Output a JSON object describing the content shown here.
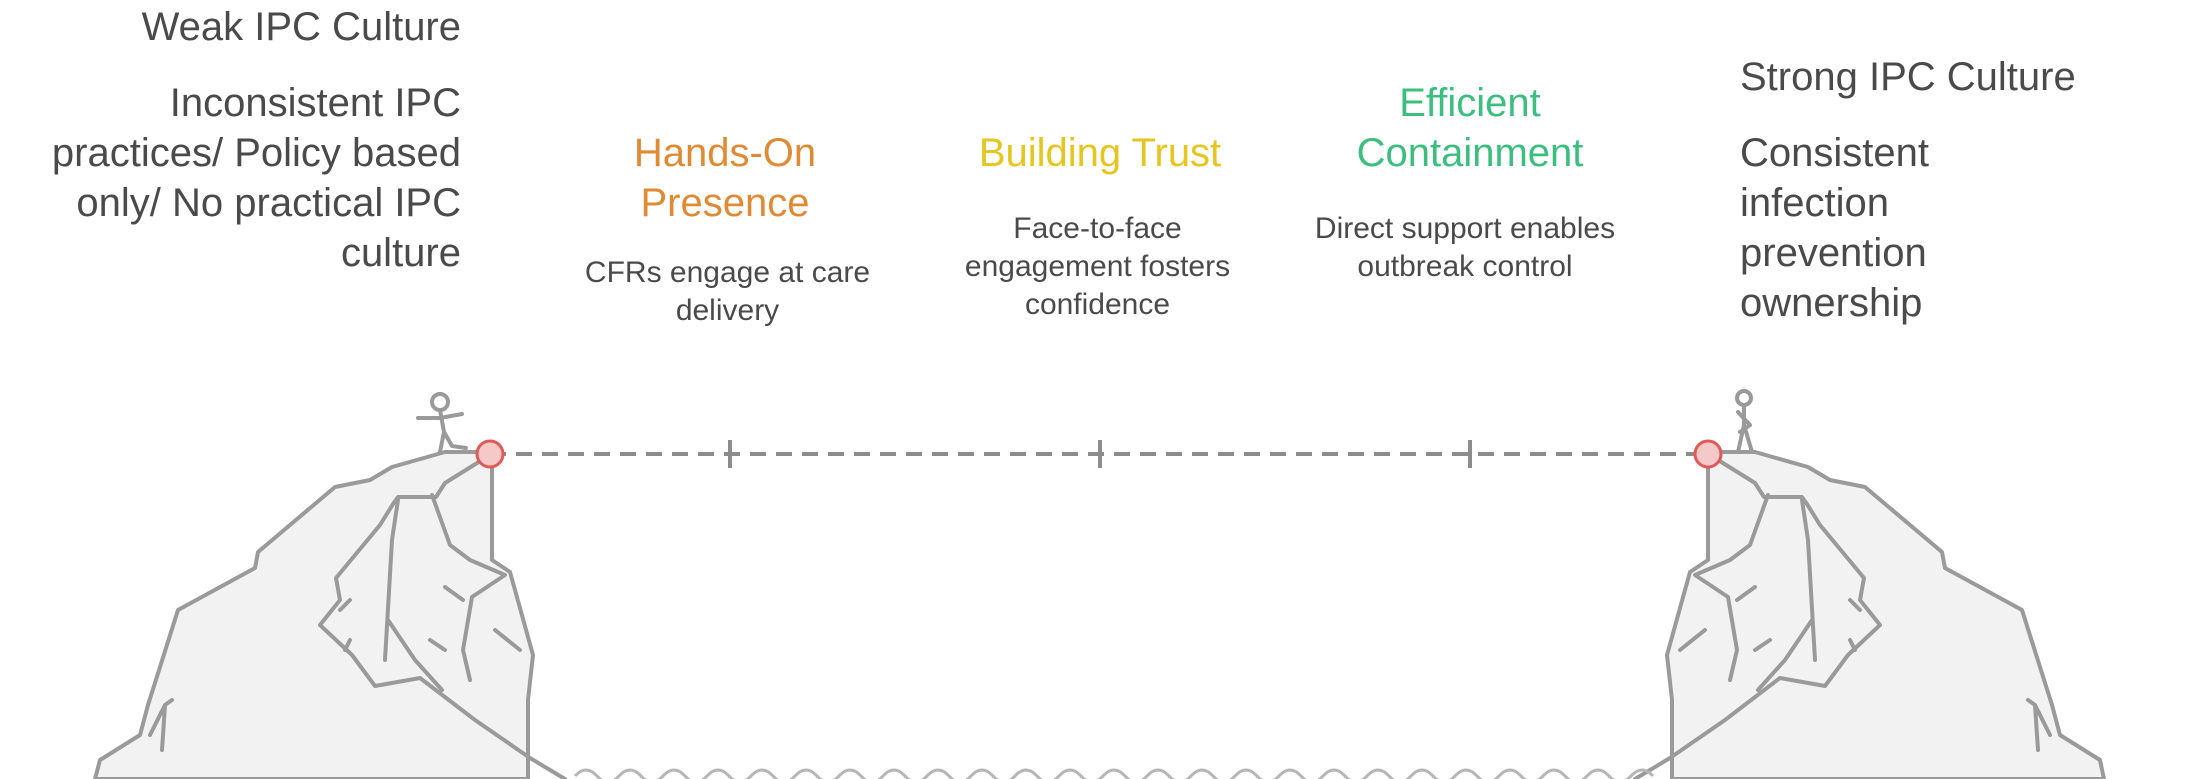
{
  "start": {
    "title": "Weak IPC Culture",
    "description": "Inconsistent IPC practices/ Policy based only/ No practical IPC culture"
  },
  "end": {
    "title": "Strong IPC Culture",
    "description": "Consistent infection prevention ownership"
  },
  "steps": [
    {
      "title": "Hands-On Presence",
      "description": "CFRs engage at care delivery",
      "color": "#e08a34"
    },
    {
      "title": "Building Trust",
      "description": "Face-to-face engagement fosters confidence",
      "color": "#e6c51e"
    },
    {
      "title": "Efficient Containment",
      "description": "Direct support enables outbreak control",
      "color": "#3cbf7e"
    }
  ],
  "colors": {
    "text": "#4a4a4a",
    "rock_fill": "#f2f2f2",
    "rock_stroke": "#9a9a9a",
    "anchor_marker": "#e05a5a",
    "bridge_line": "#8c8c8c"
  }
}
